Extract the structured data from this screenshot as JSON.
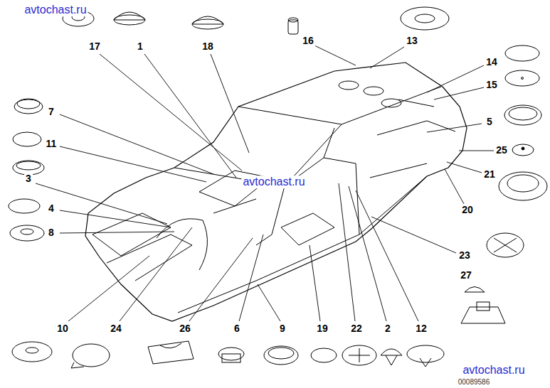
{
  "diagram": {
    "labels": [
      "avtochast.ru",
      "17",
      "1",
      "18",
      "16",
      "13",
      "14",
      "15",
      "5",
      "25",
      "21",
      "7",
      "11",
      "3",
      "4",
      "8",
      "avtochast.ru",
      "20",
      "23",
      "27",
      "10",
      "24",
      "26",
      "6",
      "9",
      "19",
      "22",
      "2",
      "12",
      "avtochast.ru",
      "00089586"
    ]
  }
}
